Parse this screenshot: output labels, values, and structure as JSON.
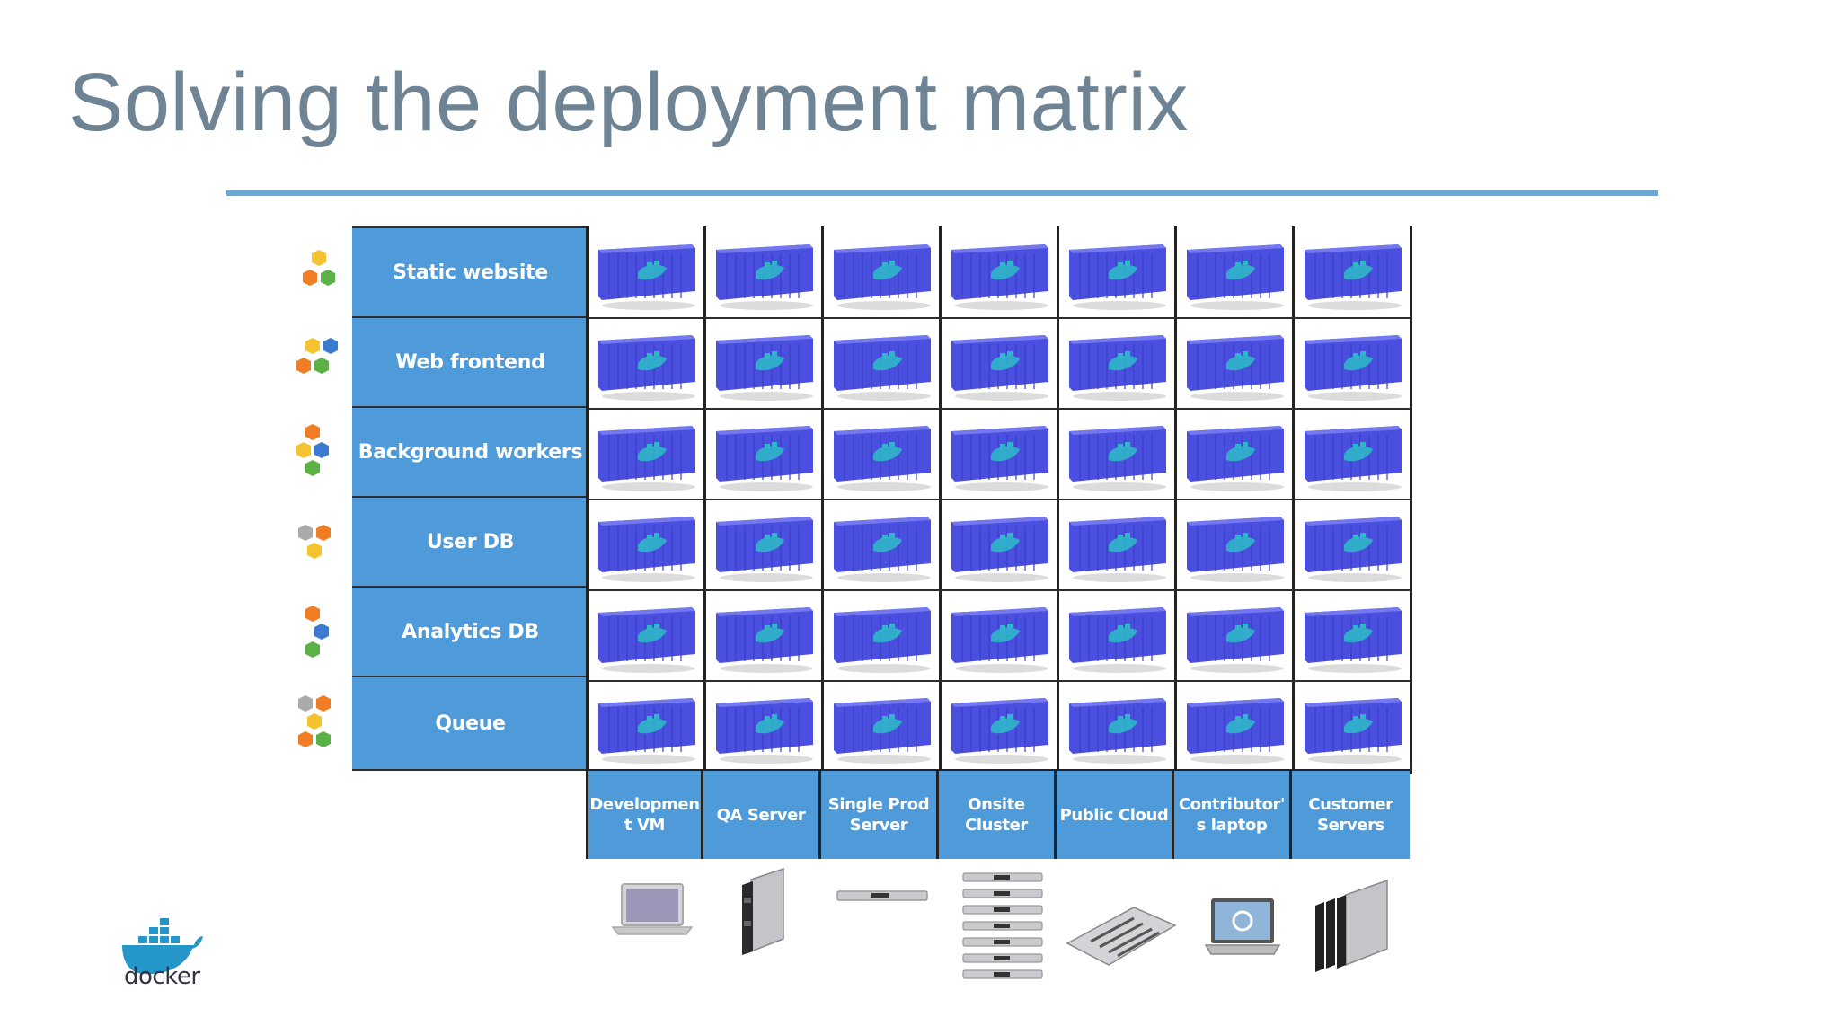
{
  "slide": {
    "title": "Solving the deployment matrix"
  },
  "rows": [
    {
      "label": "Static website"
    },
    {
      "label": "Web frontend"
    },
    {
      "label": "Background workers"
    },
    {
      "label": "User DB"
    },
    {
      "label": "Analytics DB"
    },
    {
      "label": "Queue"
    }
  ],
  "columns": [
    {
      "label": "Developmen\nt VM"
    },
    {
      "label": "QA Server"
    },
    {
      "label": "Single Prod\nServer"
    },
    {
      "label": "Onsite\nCluster"
    },
    {
      "label": "Public Cloud"
    },
    {
      "label": "Contributor'\ns laptop"
    },
    {
      "label": "Customer\nServers"
    }
  ],
  "logo": {
    "text": "docker"
  },
  "colors": {
    "title": "#6e8394",
    "accent_rule": "#6aa8d6",
    "label_fill": "#4f9ad8",
    "container": "#4a4fe0"
  }
}
